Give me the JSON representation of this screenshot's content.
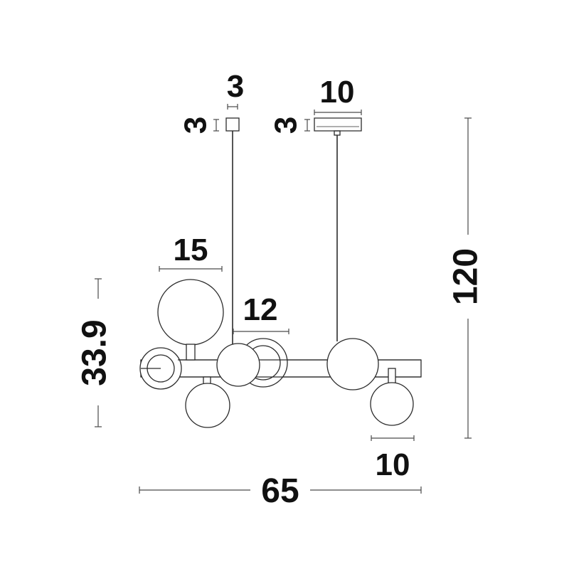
{
  "colors": {
    "line": "#2b2b2b",
    "dim_line": "#4a4a4a",
    "background": "#ffffff"
  },
  "dimensions": {
    "small_canopy_width": "3",
    "small_canopy_height": "3",
    "large_canopy_width": "10",
    "large_canopy_height": "3",
    "large_globe_diameter": "15",
    "medium_globe_diameter": "12",
    "small_globe_diameter": "10",
    "total_width": "65",
    "total_height": "120",
    "body_height": "33.9"
  }
}
